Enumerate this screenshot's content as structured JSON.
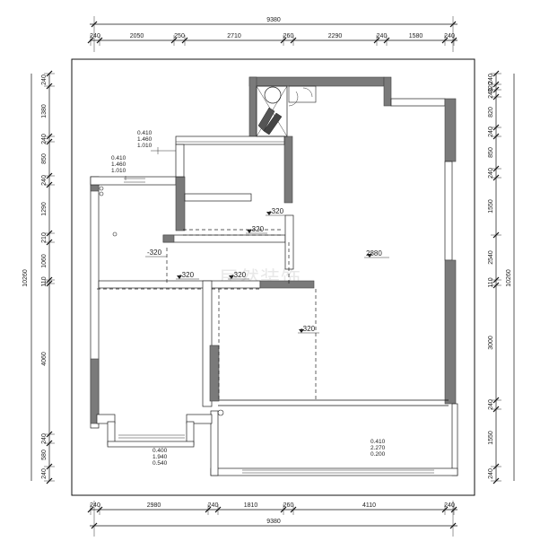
{
  "dimensions": {
    "top_total": "9380",
    "top_segments": [
      "240",
      "2050",
      "250",
      "2710",
      "260",
      "2290",
      "240",
      "1580",
      "240"
    ],
    "bottom_total": "9380",
    "bottom_segments": [
      "240",
      "2980",
      "240",
      "1810",
      "260",
      "4110",
      "240"
    ],
    "left_total": "10260",
    "left_segments": [
      "240",
      "1380",
      "240",
      "850",
      "240",
      "1290",
      "210",
      "1060",
      "110",
      "4060",
      "240",
      "580",
      "240"
    ],
    "right_total": "10260",
    "right_segments": [
      "240",
      "320",
      "240",
      "820",
      "240",
      "850",
      "240",
      "1550",
      "2540",
      "110",
      "3000",
      "240",
      "1550",
      "240"
    ]
  },
  "annotations": {
    "window_a": [
      "0.410",
      "1.460",
      "1.010"
    ],
    "window_b": [
      "0.410",
      "1.460",
      "1.010"
    ],
    "window_bottom_left": [
      "0.400",
      "1.940",
      "0.540"
    ],
    "window_bottom_right": [
      "0.410",
      "2.270",
      "0.200"
    ]
  },
  "levels": {
    "l1": "-320",
    "l2": "-320",
    "l3": "-320",
    "l4": "-320",
    "l5": "-320",
    "l6": "-320",
    "ceiling": "2880"
  },
  "watermark": "居然装饰"
}
